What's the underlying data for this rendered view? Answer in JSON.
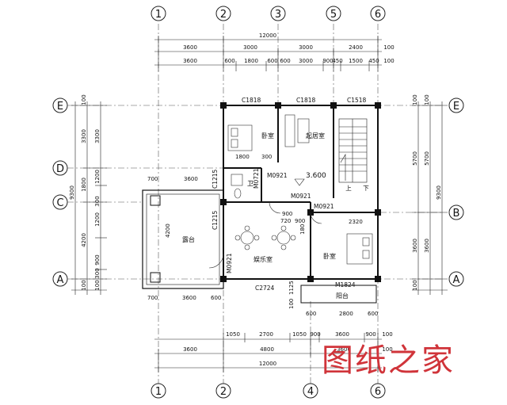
{
  "axes": {
    "top": [
      "1",
      "2",
      "3",
      "5",
      "6"
    ],
    "bottom": [
      "1",
      "2",
      "4",
      "6"
    ],
    "left": [
      "E",
      "D",
      "C",
      "A"
    ],
    "right": [
      "E",
      "B",
      "A"
    ]
  },
  "top_dims": {
    "overall": "12000",
    "row1": [
      "3600",
      "3000",
      "3000",
      "2400"
    ],
    "row2": [
      "3600",
      "600",
      "1800",
      "600",
      "3000",
      "600",
      "900",
      "450",
      "1500",
      "450"
    ],
    "edge": [
      "100",
      "100"
    ]
  },
  "bottom_dims": {
    "row1": [
      "1050",
      "2700",
      "1050",
      "900",
      "3600",
      "900",
      "100"
    ],
    "row2": [
      "3600",
      "4800",
      "3600",
      "100"
    ],
    "overall": "12000"
  },
  "left_dims": {
    "outer": "9300",
    "col1": [
      "3300",
      "1800",
      "4200"
    ],
    "col2": [
      "3300",
      "1200",
      "1200",
      "300",
      "900",
      "300"
    ],
    "edge": [
      "100",
      "100",
      "100"
    ]
  },
  "right_dims": {
    "outer": "9300",
    "col1": [
      "5700",
      "3600"
    ],
    "col2": [
      "5700",
      "3600"
    ],
    "edge": [
      "100",
      "100",
      "100"
    ]
  },
  "rooms": {
    "bedroom": "卧室",
    "living": "起居室",
    "terrace": "露台",
    "entertainment": "娱乐室",
    "balcony": "阳台",
    "wc": "卫",
    "stair_up": "上",
    "stair_down": "下"
  },
  "tags": {
    "window_top_left": "C1818",
    "window_top_mid": "C1818",
    "window_top_right": "C1518",
    "window_left_upper": "C1215",
    "window_left_lower": "C1215",
    "window_bottom": "C2724",
    "door_bottom_right": "M1824",
    "door_left": "M0921",
    "door_center": "M0921",
    "door_right": "M0921",
    "door_wc": "M0721",
    "door_hall": "M0921",
    "level": "3.600"
  },
  "inner_dims": {
    "bed_top": [
      "1800",
      "300"
    ],
    "ent": [
      "720",
      "900",
      "180"
    ],
    "bed_right": "2320",
    "terrace_top": [
      "700",
      "3600"
    ],
    "terrace_bottom": [
      "700",
      "3600",
      "600"
    ],
    "terrace_side": "4200",
    "balcony": [
      "600",
      "2800",
      "600"
    ],
    "misc": [
      "1125",
      "100",
      "900"
    ]
  },
  "watermark": "图纸之家"
}
